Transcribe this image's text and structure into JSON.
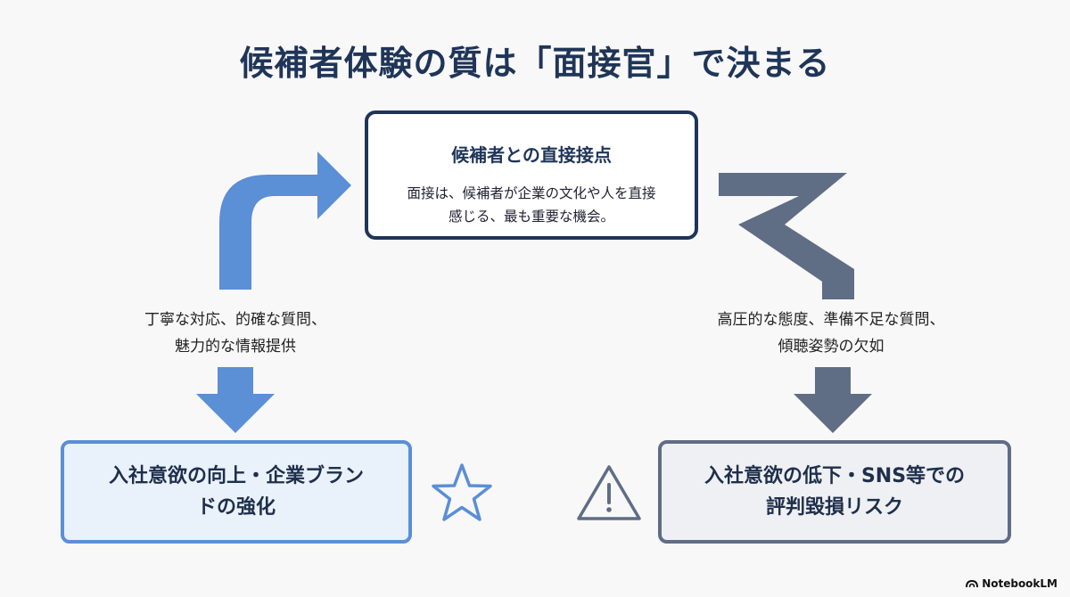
{
  "title": "候補者体験の質は「面接官」で決まる",
  "center": {
    "title": "候補者との直接接点",
    "description_line1": "面接は、候補者が企業の文化や人を直接",
    "description_line2": "感じる、最も重要な機会。"
  },
  "left_path": {
    "text_line1": "丁寧な対応、的確な質問、",
    "text_line2": "魅力的な情報提供",
    "result_line1": "入社意欲の向上・企業ブラン",
    "result_line2": "ドの強化",
    "icon": "star-icon",
    "color": "#5b8fd6"
  },
  "right_path": {
    "text_line1": "高圧的な態度、準備不足な質問、",
    "text_line2": "傾聴姿勢の欠如",
    "result_line1": "入社意欲の低下・SNS等での",
    "result_line2": "評判毀損リスク",
    "icon": "warning-icon",
    "color": "#5f6d85"
  },
  "brand": "NotebookLM"
}
